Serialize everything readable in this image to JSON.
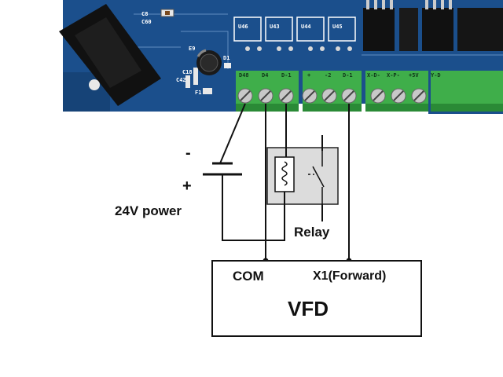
{
  "board": {
    "pcb_color": "#1b4f8c",
    "terminal_color": "#3fae4a",
    "silkscreen": {
      "chips": [
        "U46",
        "U43",
        "U44",
        "U45"
      ],
      "caps": [
        "C8",
        "C60",
        "C18",
        "C42"
      ],
      "parts": [
        "E9",
        "D1",
        "F1"
      ],
      "terminals_left": [
        "D48",
        "D4",
        "D-1"
      ],
      "terminals_mid": [
        "+",
        "-2",
        "D-1"
      ],
      "terminals_right": [
        "X-D-",
        "X-P-",
        "+5V",
        "Y-D"
      ]
    }
  },
  "labels": {
    "minus": "-",
    "plus": "+",
    "power": "24V power",
    "relay": "Relay",
    "com": "COM",
    "x1": "X1(Forward)",
    "vfd": "VFD"
  }
}
